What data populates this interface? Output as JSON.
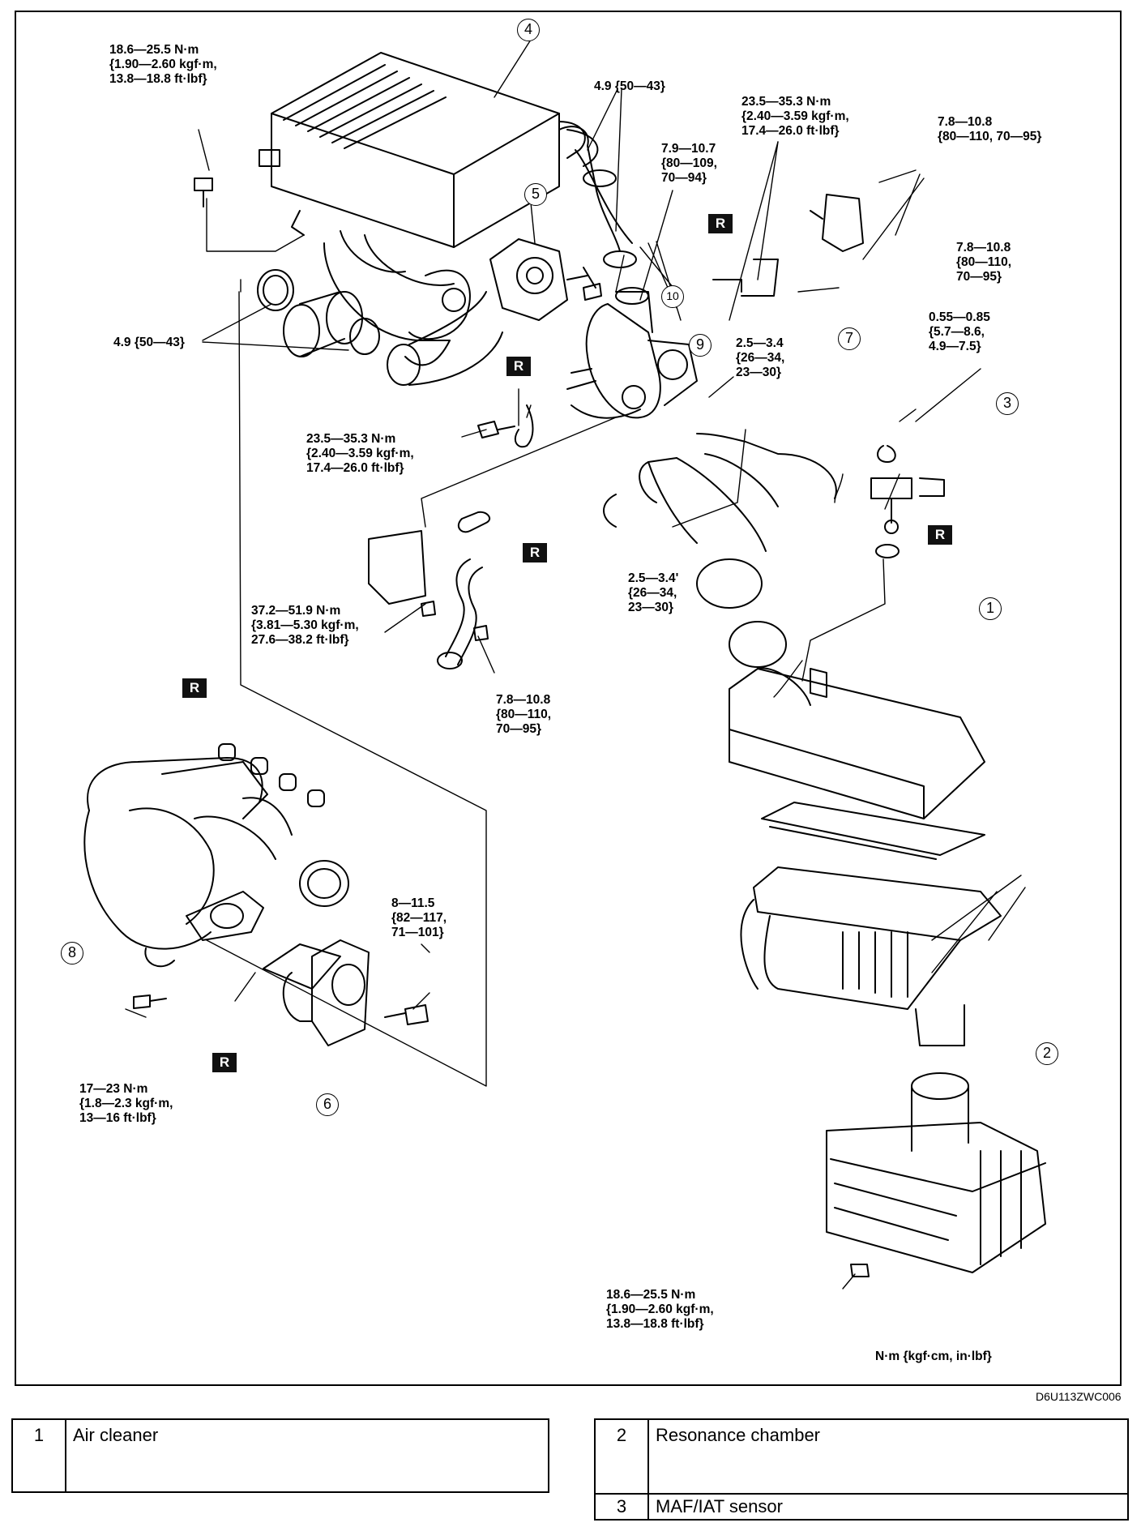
{
  "callouts": [
    "1",
    "2",
    "3",
    "4",
    "5",
    "6",
    "7",
    "8",
    "9",
    "10"
  ],
  "torques": {
    "t_intercooler_bolt": "18.6—25.5 N·m\n{1.90—2.60 kgf·m,\n13.8—18.8 ft·lbf}",
    "t_hose_clamp_top": "4.9 {50—43}",
    "t_bracket_bolt_a": "7.9—10.7\n{80—109,\n70—94}",
    "t_oil_pipe_top": "23.5—35.3 N·m\n{2.40—3.59 kgf·m,\n17.4—26.0 ft·lbf}",
    "t_bracket_bolt_b": "7.8—10.8\n{80—110, 70—95}",
    "t_bracket_bolt_c": "7.8—10.8\n{80—110,\n70—95}",
    "t_hose_clamp_left": "4.9 {50—43}",
    "t_maf_screw": "0.55—0.85\n{5.7—8.6,\n4.9—7.5}",
    "t_clamp_turbo": "2.5—3.4\n{26—34,\n23—30}",
    "t_oil_pipe_mid": "23.5—35.3 N·m\n{2.40—3.59 kgf·m,\n17.4—26.0 ft·lbf}",
    "t_oil_return": "37.2—51.9 N·m\n{3.81—5.30 kgf·m,\n27.6—38.2 ft·lbf}",
    "t_clamp_cleaner": "2.5—3.4'\n{26—34,\n23—30}",
    "t_pipe_bolt": "7.8—10.8\n{80—110,\n70—95}",
    "t_throttle_bolt": "8—11.5\n{82—117,\n71—101}",
    "t_manifold_bolt": "17—23 N·m\n{1.8—2.3 kgf·m,\n13—16 ft·lbf}",
    "t_chamber_nut": "18.6—25.5 N·m\n{1.90—2.60 kgf·m,\n13.8—18.8 ft·lbf}"
  },
  "replace_mark": "R",
  "units_note": "N·m {kgf·cm, in·lbf}",
  "figure_code": "D6U113ZWC006",
  "legend_left": [
    {
      "num": "1",
      "label": "Air cleaner"
    }
  ],
  "legend_right": [
    {
      "num": "2",
      "label": "Resonance chamber"
    },
    {
      "num": "3",
      "label": "MAF/IAT sensor"
    }
  ]
}
